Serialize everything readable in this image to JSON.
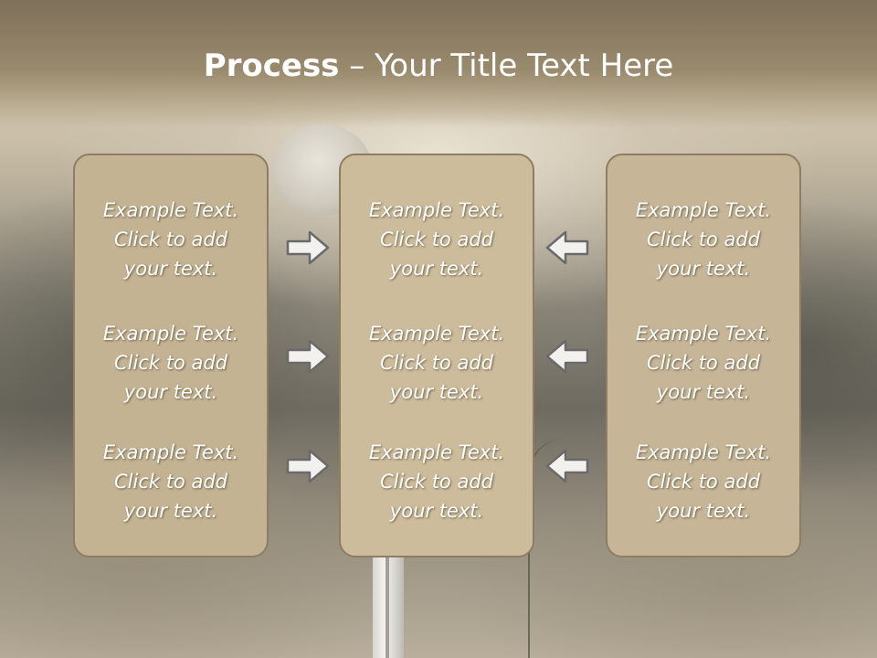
{
  "slide": {
    "title_bold": "Process",
    "title_rest": " – Your Title Text Here"
  },
  "columns": [
    {
      "items": [
        {
          "line1": "Example Text.",
          "line2": "Click  to add",
          "line3": "your text."
        },
        {
          "line1": "Example Text.",
          "line2": "Click  to add",
          "line3": "your text."
        },
        {
          "line1": "Example Text.",
          "line2": "Click  to add",
          "line3": "your text."
        }
      ]
    },
    {
      "items": [
        {
          "line1": "Example Text.",
          "line2": "Click  to add",
          "line3": "your text."
        },
        {
          "line1": "Example Text.",
          "line2": "Click  to add",
          "line3": "your text."
        },
        {
          "line1": "Example Text.",
          "line2": "Click  to add",
          "line3": "your text."
        }
      ]
    },
    {
      "items": [
        {
          "line1": "Example Text.",
          "line2": "Click  to add",
          "line3": "your text."
        },
        {
          "line1": "Example Text.",
          "line2": "Click  to add",
          "line3": "your text."
        },
        {
          "line1": "Example Text.",
          "line2": "Click  to add",
          "line3": "your text."
        }
      ]
    }
  ],
  "colors": {
    "box_fill": "#c8b899",
    "box_border": "#8d7d63",
    "title_band": "#8e7f64",
    "arrow_fill": "#f2f1ee",
    "arrow_stroke": "#6a6a6a"
  },
  "icons": {
    "right_arrow": "arrow-right-icon",
    "left_arrow": "arrow-left-icon"
  }
}
